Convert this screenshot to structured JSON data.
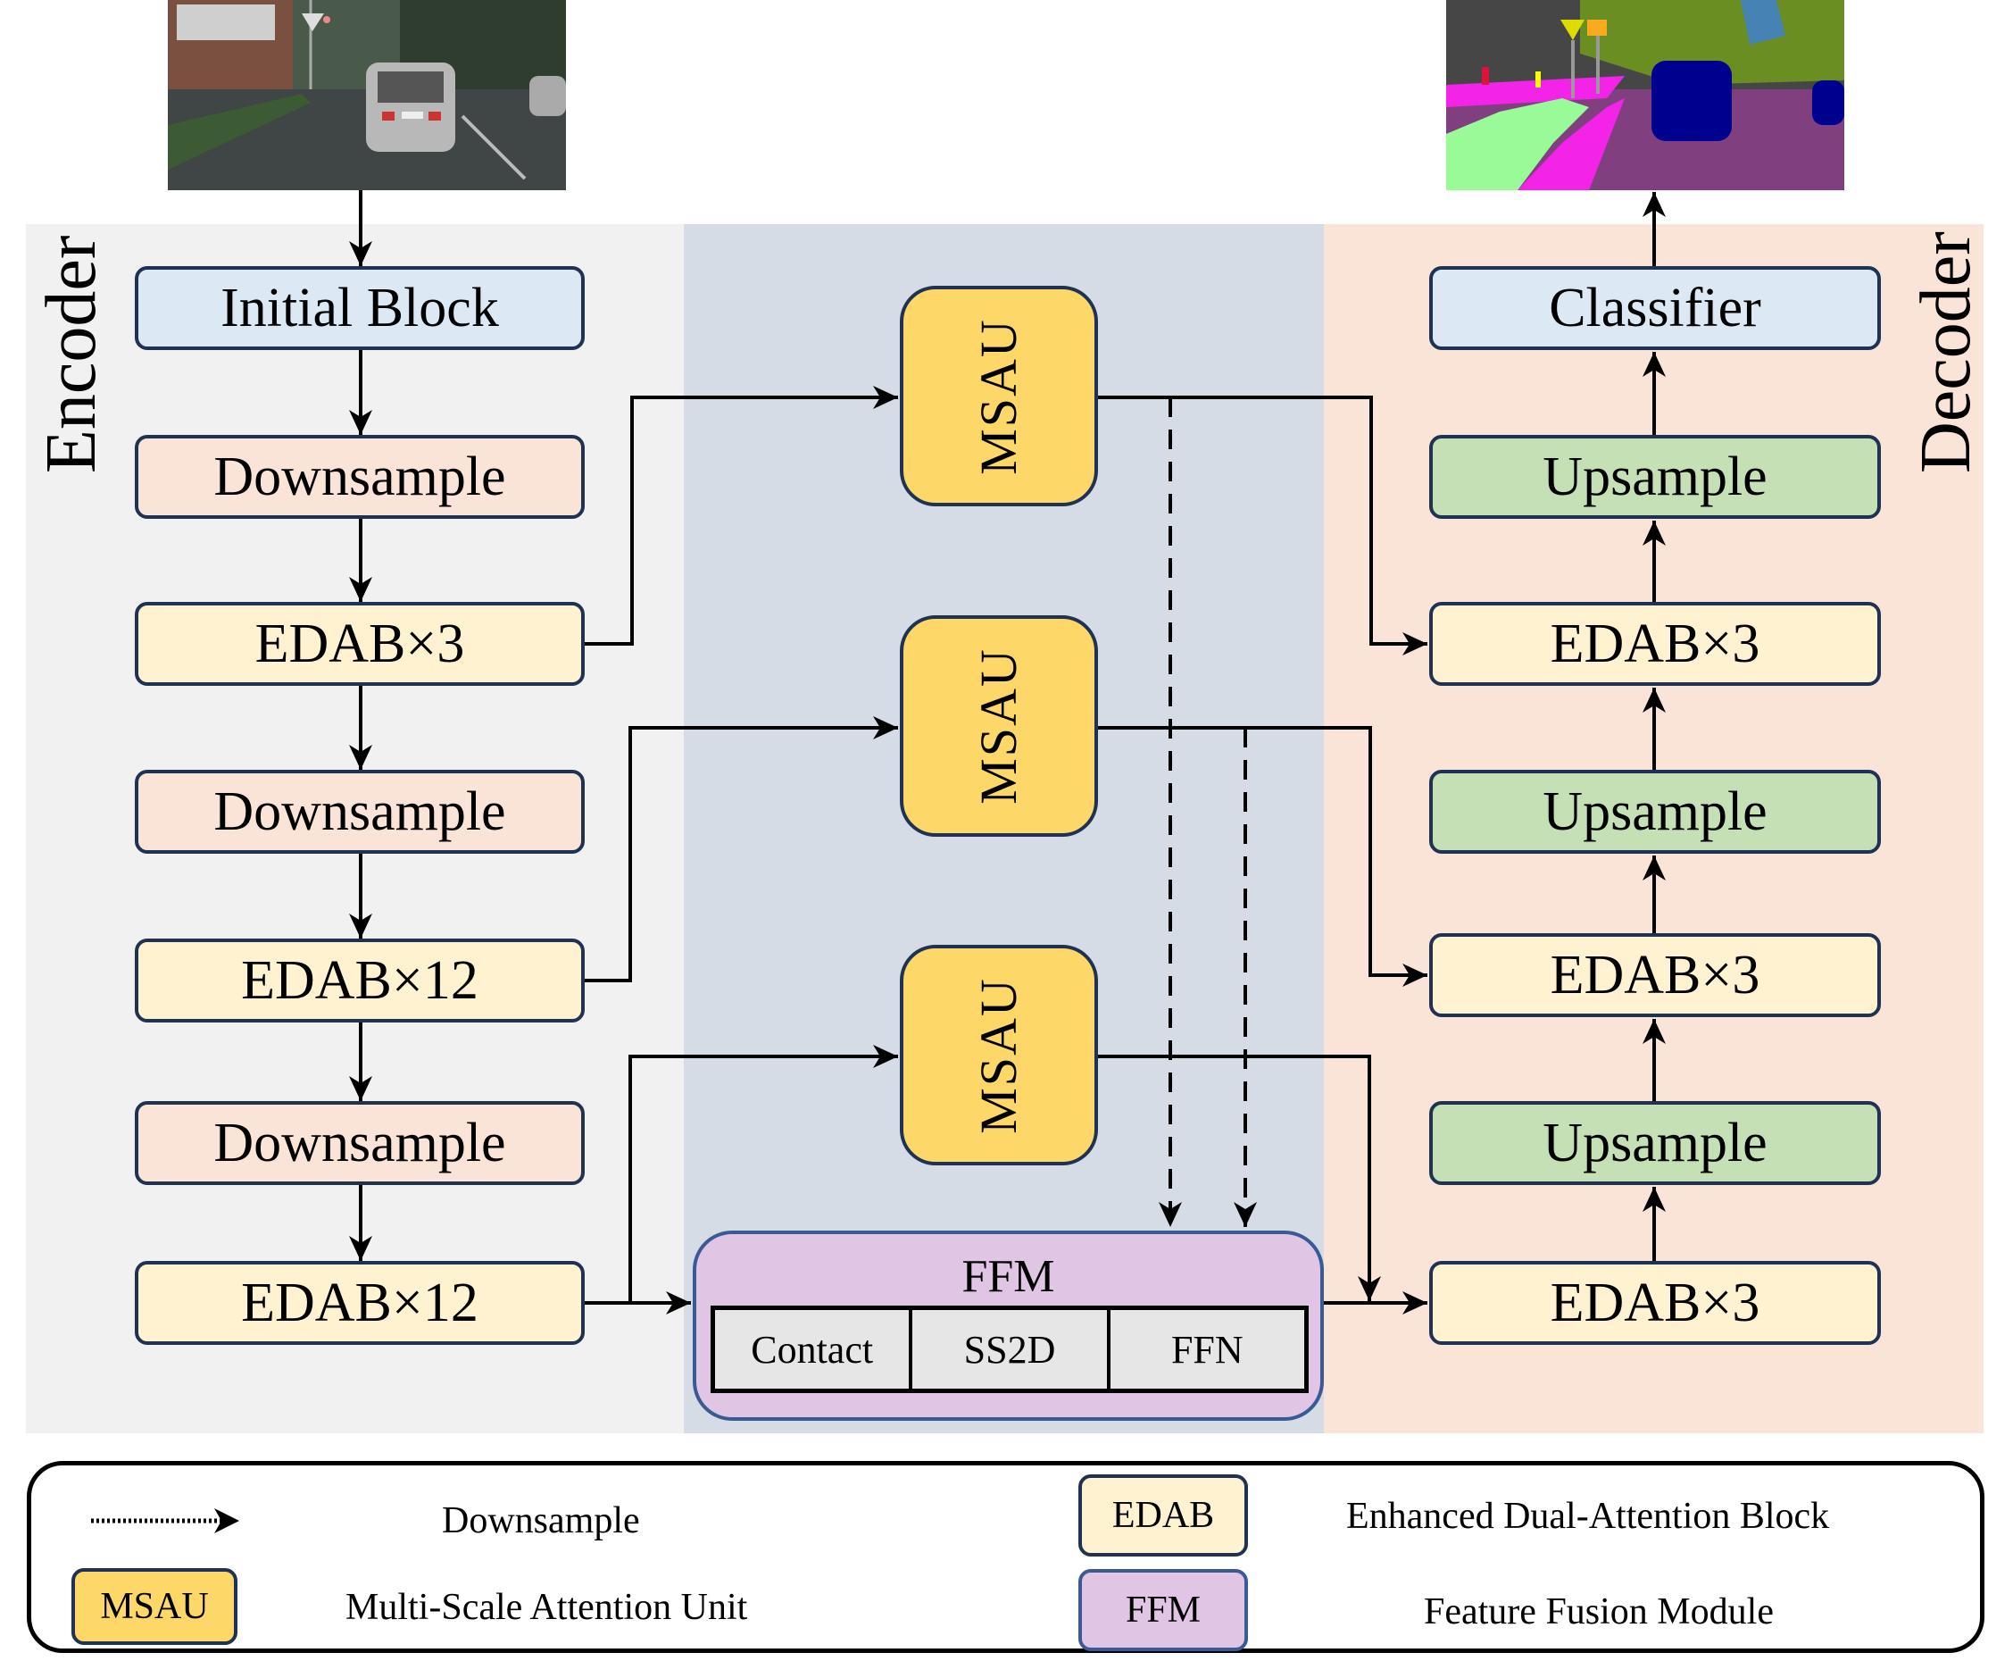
{
  "figure": {
    "input_image": {
      "description": "street scene photo (input)"
    },
    "output_image": {
      "description": "semantic segmentation map (output)"
    },
    "sections": {
      "encoder": "Encoder",
      "decoder": "Decoder"
    },
    "encoder_blocks": [
      {
        "label": "Initial Block",
        "type": "initial"
      },
      {
        "label": "Downsample",
        "type": "downsample"
      },
      {
        "label": "EDAB×3",
        "type": "edab"
      },
      {
        "label": "Downsample",
        "type": "downsample"
      },
      {
        "label": "EDAB×12",
        "type": "edab"
      },
      {
        "label": "Downsample",
        "type": "downsample"
      },
      {
        "label": "EDAB×12",
        "type": "edab"
      }
    ],
    "msau_blocks": [
      {
        "label": "MSAU"
      },
      {
        "label": "MSAU"
      },
      {
        "label": "MSAU"
      }
    ],
    "ffm": {
      "title": "FFM",
      "components": [
        "Contact",
        "SS2D",
        "FFN"
      ]
    },
    "decoder_blocks": [
      {
        "label": "Classifier",
        "type": "classifier"
      },
      {
        "label": "Upsample",
        "type": "upsample"
      },
      {
        "label": "EDAB×3",
        "type": "edab"
      },
      {
        "label": "Upsample",
        "type": "upsample"
      },
      {
        "label": "EDAB×3",
        "type": "edab"
      },
      {
        "label": "Upsample",
        "type": "upsample"
      },
      {
        "label": "EDAB×3",
        "type": "edab"
      }
    ]
  },
  "legend": {
    "items": [
      {
        "symbol": "dotted-arrow",
        "label": "Downsample"
      },
      {
        "symbol": "EDAB",
        "label": "Enhanced Dual-Attention Block"
      },
      {
        "symbol": "MSAU",
        "label": "Multi-Scale Attention Unit"
      },
      {
        "symbol": "FFM",
        "label": "Feature Fusion Module"
      }
    ]
  },
  "colors": {
    "encoder_bg": "#f1f1f1",
    "middle_bg": "#d5dce6",
    "decoder_bg": "#fae3d7",
    "initial_block": "#dde8f5",
    "downsample_block": "#fae3d7",
    "edab_block": "#fef2d0",
    "upsample_block": "#c6e0b6",
    "msau_block": "#fdd869",
    "ffm_block": "#e0c6e4",
    "border": "#1f3254"
  }
}
